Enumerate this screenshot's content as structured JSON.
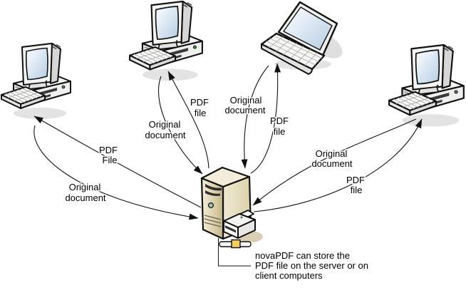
{
  "diagram": {
    "labels": {
      "left_pdf": [
        "PDF",
        "File"
      ],
      "left_original": [
        "Original",
        "document"
      ],
      "mid_original": [
        "Original",
        "document"
      ],
      "mid_pdf": [
        "PDF",
        "file"
      ],
      "laptop_original": [
        "Original",
        "document"
      ],
      "laptop_pdf": [
        "PDF",
        "file"
      ],
      "right_original": [
        "Original",
        "document"
      ],
      "right_pdf": [
        "PDF",
        "file"
      ]
    },
    "note": [
      "novaPDF can store the",
      "PDF file on the server or on",
      "client computers"
    ],
    "icons": {
      "desktop": "desktop-computer-icon",
      "laptop": "laptop-icon",
      "server": "server-tower-icon",
      "printer": "printer-icon",
      "cable": "network-cable-icon"
    },
    "colors": {
      "outline": "#111111",
      "screen_blue": "#b6cde4",
      "server_beige": "#d8cca6",
      "server_shadow": "#d8cfb4",
      "shadow_gray": "#e3e3e3",
      "cable_yellow": "#f2ce62",
      "power_green": "#467f46"
    }
  }
}
